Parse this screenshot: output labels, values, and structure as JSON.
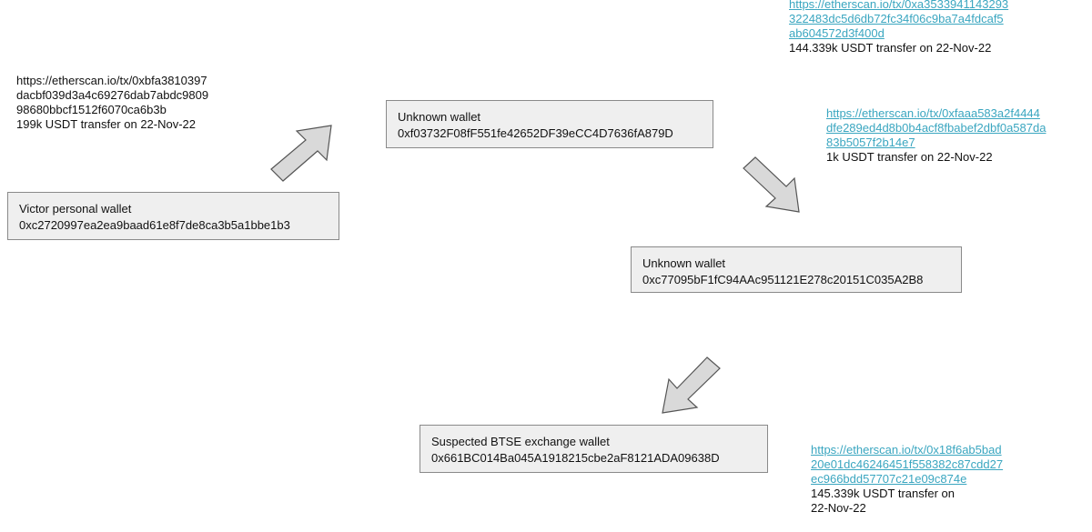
{
  "wallets": {
    "victor": {
      "title": "Victor personal wallet",
      "address": "0xc2720997ea2ea9baad61e8f7de8ca3b5a1bbe1b3"
    },
    "unknown1": {
      "title": "Unknown wallet",
      "address": "0xf03732F08fF551fe42652DF39eCC4D7636fA879D"
    },
    "unknown2": {
      "title": "Unknown wallet",
      "address": "0xc77095bF1fC94AAc951121E278c20151C035A2B8"
    },
    "btse": {
      "title": "Suspected BTSE exchange wallet",
      "address": "0x661BC014Ba045A1918215cbe2aF8121ADA09638D"
    }
  },
  "transfers": {
    "t1": {
      "link_lines": [
        "https://etherscan.io/tx/0xbfa3810397",
        "dacbf039d3a4c69276dab7abdc9809",
        "98680bbcf1512f6070ca6b3b"
      ],
      "desc_lines": [
        "199k USDT transfer on 22-Nov-22"
      ]
    },
    "t_top": {
      "link_lines": [
        "https://etherscan.io/tx/0xa3533941143293",
        "322483dc5d6db72fc34f06c9ba7a4fdcaf5",
        "ab604572d3f400d"
      ],
      "desc_lines": [
        "144.339k USDT transfer on 22-Nov-22"
      ]
    },
    "t2": {
      "link_lines": [
        "https://etherscan.io/tx/0xfaaa583a2f4444",
        "dfe289ed4d8b0b4acf8fbabef2dbf0a587da",
        "83b5057f2b14e7"
      ],
      "desc_lines": [
        "1k USDT transfer on 22-Nov-22"
      ]
    },
    "t3": {
      "link_lines": [
        "https://etherscan.io/tx/0x18f6ab5bad",
        "20e01dc46246451f558382c87cdd27",
        "ec966bdd57707c21e09c874e"
      ],
      "desc_lines": [
        "145.339k USDT transfer on",
        "22-Nov-22"
      ]
    }
  },
  "colors": {
    "link": "#3aa6c0",
    "box_fill": "#efefef",
    "arrow_fill": "#d9d9d9"
  }
}
